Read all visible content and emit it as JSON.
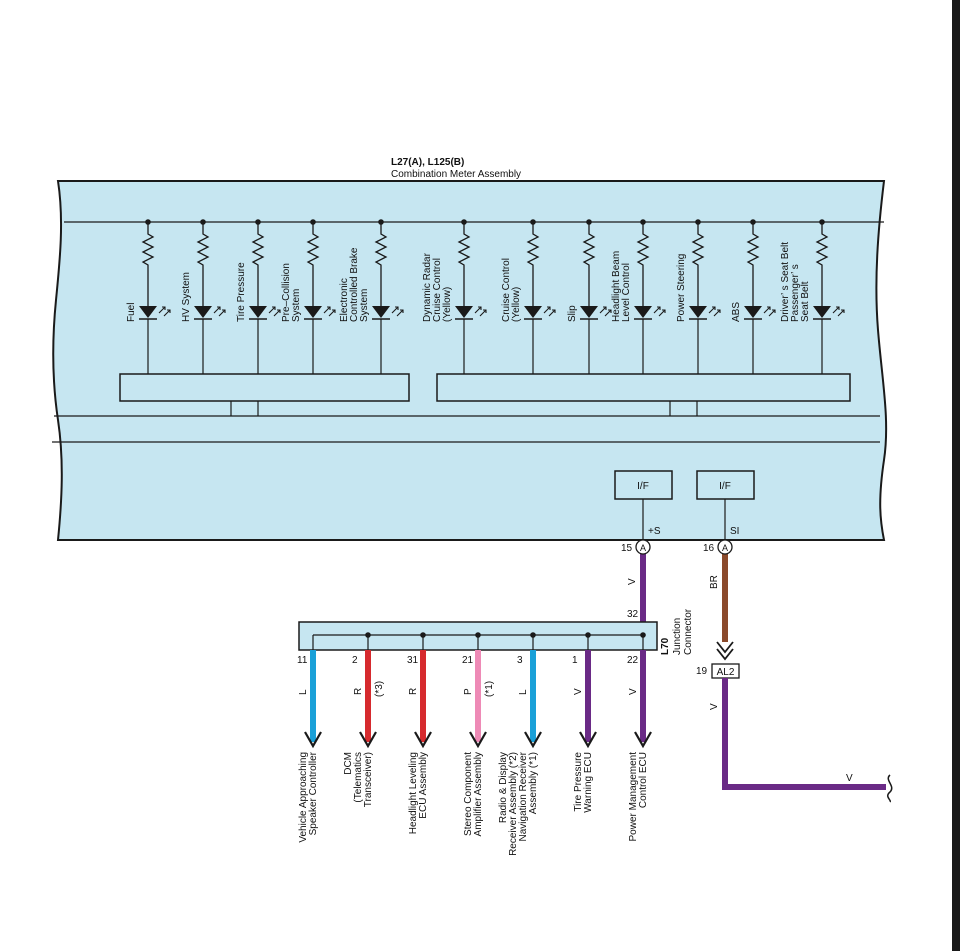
{
  "assembly": {
    "connector_ids": "L27(A), L125(B)",
    "name": "Combination Meter Assembly",
    "indicators": [
      {
        "lines": [
          "Fuel"
        ]
      },
      {
        "lines": [
          "HV System"
        ]
      },
      {
        "lines": [
          "Tire Pressure"
        ]
      },
      {
        "lines": [
          "Pre–Collision",
          "System"
        ]
      },
      {
        "lines": [
          "Electronic",
          "Controlled Brake",
          "System"
        ]
      },
      {
        "lines": [
          "Dynamic Radar",
          "Cruise Control",
          "(Yellow)"
        ]
      },
      {
        "lines": [
          "Cruise Control",
          "(Yellow)"
        ]
      },
      {
        "lines": [
          "Slip"
        ]
      },
      {
        "lines": [
          "Headlight Beam",
          "Level Control"
        ]
      },
      {
        "lines": [
          "Power Steering"
        ]
      },
      {
        "lines": [
          "ABS"
        ]
      },
      {
        "lines": [
          "Driver’ s Seat Belt",
          "Passenger’ s",
          "Seat Belt"
        ]
      }
    ],
    "interfaces": [
      "I/F",
      "I/F"
    ],
    "signal_labels": [
      "+S",
      "SI"
    ]
  },
  "pins": [
    {
      "number": "15",
      "connector": "A"
    },
    {
      "number": "16",
      "connector": "A"
    }
  ],
  "main_wires": {
    "v_color_code": "V",
    "br_color_code": "BR",
    "v_after_al2": "V",
    "v_bottom": "V"
  },
  "junction": {
    "id": "L70",
    "name_lines": [
      "Junction",
      "Connector"
    ],
    "input_pin": "32"
  },
  "al2": {
    "pin": "19",
    "label": "AL2"
  },
  "outputs": [
    {
      "pin": "11",
      "wire": "L",
      "note": "",
      "dest": [
        "Vehicle Approaching",
        "Speaker Controller"
      ]
    },
    {
      "pin": "2",
      "wire": "R",
      "note": "(*3)",
      "dest": [
        "DCM",
        "(Telematics",
        "Transceiver)"
      ]
    },
    {
      "pin": "31",
      "wire": "R",
      "note": "",
      "dest": [
        "Headlight Leveling",
        "ECU Assembly"
      ]
    },
    {
      "pin": "21",
      "wire": "P",
      "note": "(*1)",
      "dest": [
        "Stereo Component",
        "Amplifier Assembly"
      ]
    },
    {
      "pin": "3",
      "wire": "L",
      "note": "",
      "dest": [
        "Radio & Display",
        "Receiver Assembly (*2)",
        "Navigation Receiver",
        "Assembly (*1)"
      ]
    },
    {
      "pin": "1",
      "wire": "V",
      "note": "",
      "dest": [
        "Tire Pressure",
        "Warning ECU"
      ]
    },
    {
      "pin": "22",
      "wire": "V",
      "note": "",
      "dest": [
        "Power Management",
        "Control ECU"
      ]
    }
  ],
  "colors": {
    "panel_fill": "#c6e6f1",
    "outline": "#1a1a1a",
    "violet": "#6a2a86",
    "brown": "#8b4a2b",
    "blue": "#1aa0d8",
    "red": "#d62a2e",
    "pink": "#ee8ab6"
  }
}
